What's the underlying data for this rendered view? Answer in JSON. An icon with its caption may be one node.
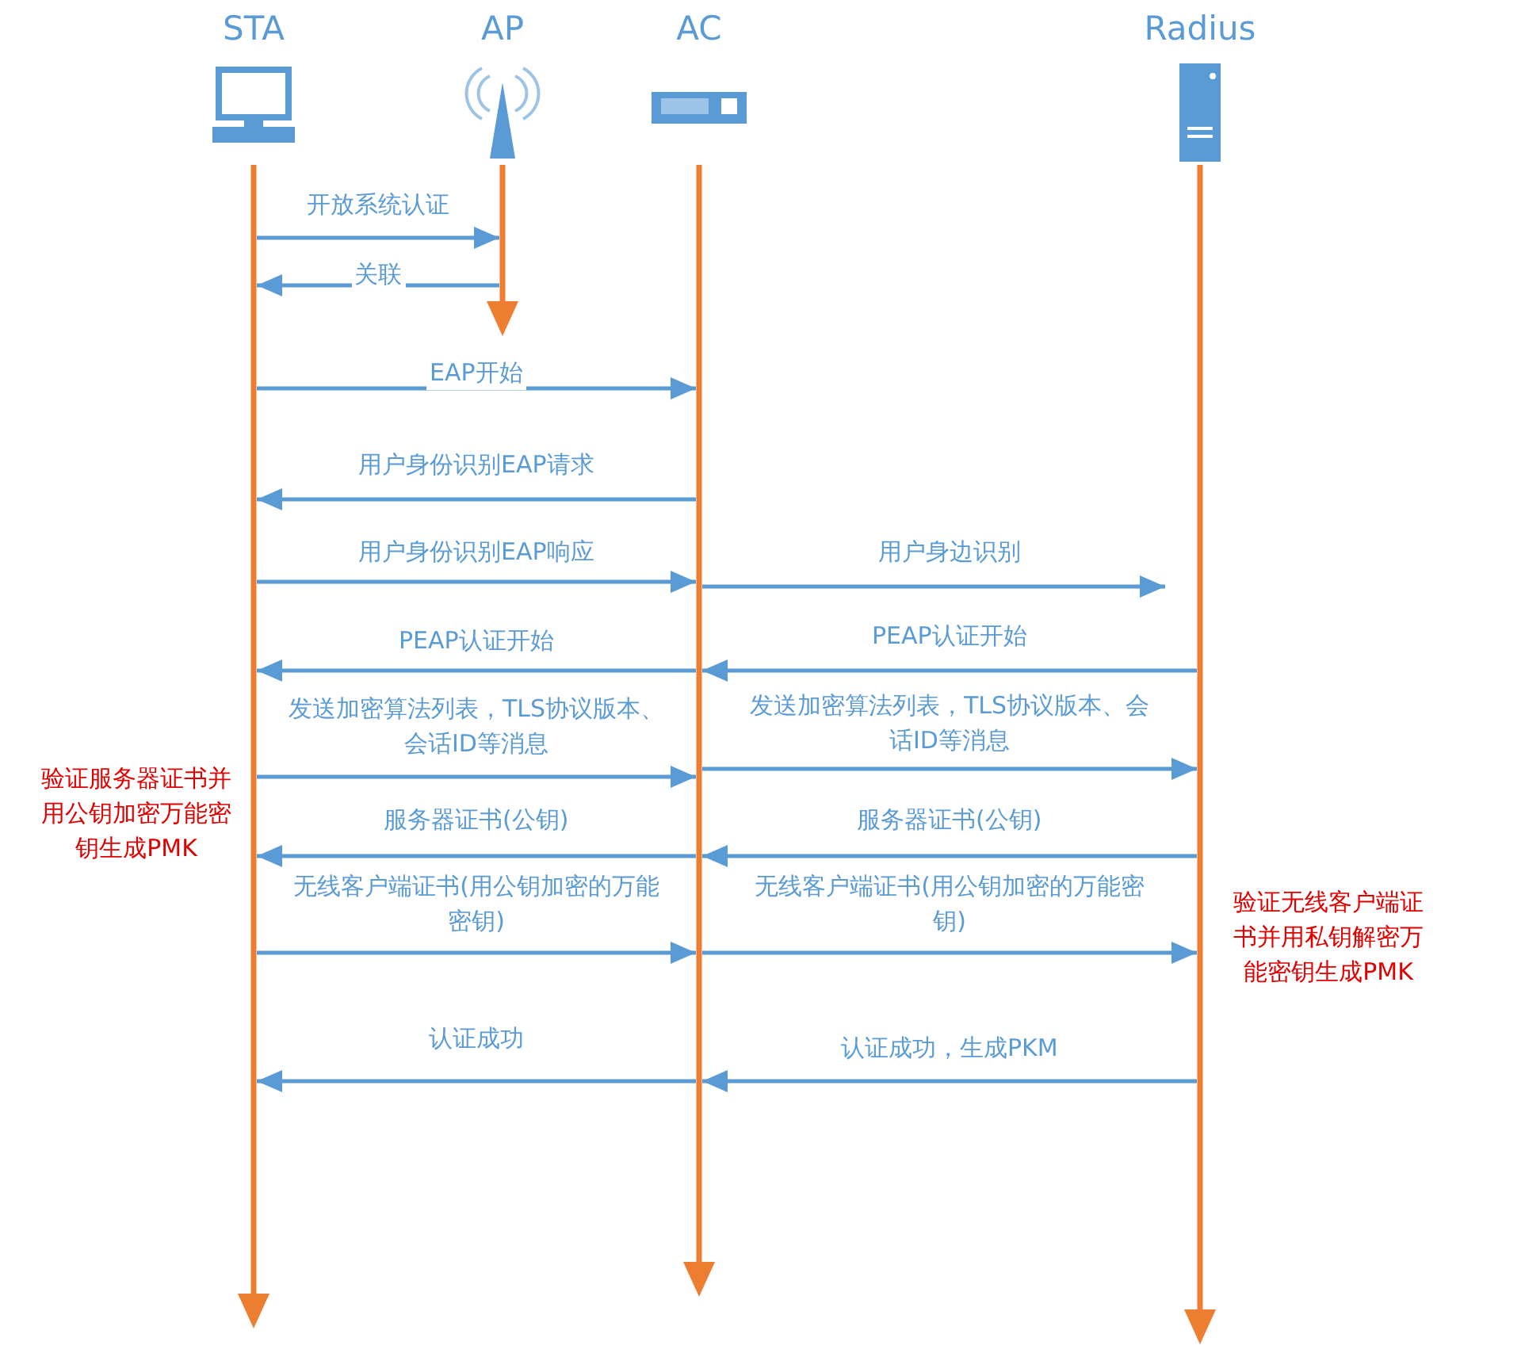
{
  "diagram": {
    "nodes": [
      {
        "text": [
          "STA"
        ]
      },
      {
        "text": [
          "AP"
        ]
      },
      {
        "text": [
          "AC"
        ]
      },
      {
        "text": [
          "Radius"
        ]
      }
    ],
    "edges": [
      {
        "from": 0,
        "to": 1,
        "arrow": "to",
        "label": "开放系统认证"
      },
      {
        "from": 1,
        "to": 0,
        "arrow": "to",
        "label": "关联"
      },
      {
        "from": 0,
        "to": 2,
        "arrow": "to",
        "label": "EAP开始"
      },
      {
        "from": 2,
        "to": 0,
        "arrow": "to",
        "label": "用户身份识别EAP请求"
      },
      {
        "from": 0,
        "to": 2,
        "arrow": "to",
        "label": "用户身份识别EAP响应"
      },
      {
        "from": 2,
        "to": 3,
        "arrow": "to",
        "label": "用户身边识别"
      },
      {
        "from": 2,
        "to": 0,
        "arrow": "to",
        "label": "PEAP认证开始"
      },
      {
        "from": 3,
        "to": 2,
        "arrow": "to",
        "label": "PEAP认证开始"
      },
      {
        "from": 0,
        "to": 2,
        "arrow": "to",
        "label": "发送加密算法列表，TLS协议版本、会话ID等消息"
      },
      {
        "from": 2,
        "to": 3,
        "arrow": "to",
        "label": "发送加密算法列表，TLS协议版本、会话ID等消息"
      },
      {
        "from": 2,
        "to": 0,
        "arrow": "to",
        "label": "服务器证书(公钥)"
      },
      {
        "from": 3,
        "to": 2,
        "arrow": "to",
        "label": "服务器证书(公钥)"
      },
      {
        "from": 0,
        "to": 2,
        "arrow": "to",
        "label": "无线客户端证书(用公钥加密的万能密钥)"
      },
      {
        "from": 2,
        "to": 3,
        "arrow": "to",
        "label": "无线客户端证书(用公钥加密的万能密钥)"
      },
      {
        "from": 2,
        "to": 0,
        "arrow": "to",
        "label": "认证成功"
      },
      {
        "from": 3,
        "to": 2,
        "arrow": "to",
        "label": "认证成功，生成PKM"
      }
    ],
    "labels": [
      "验证服务器证书并用公钥加密万能密钥生成PMK",
      "验证无线客户端证书并用私钥解密万能密钥生成PMK"
    ]
  }
}
